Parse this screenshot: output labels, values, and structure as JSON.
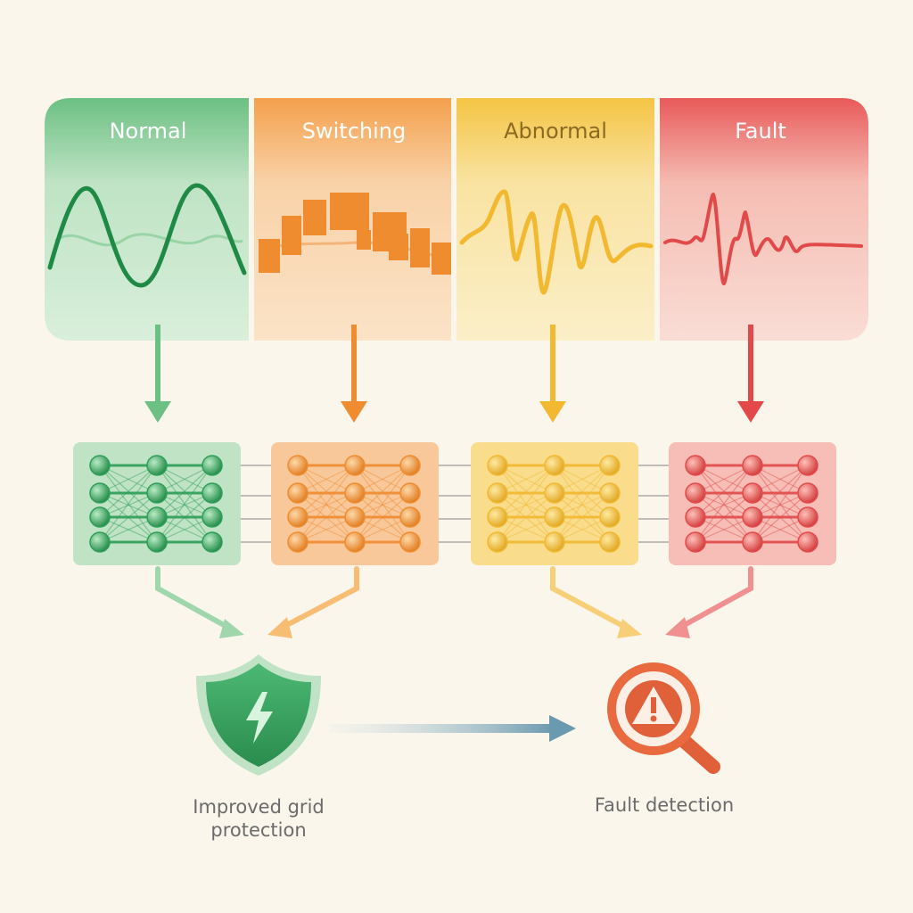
{
  "stages": [
    {
      "key": "normal",
      "title": "Normal",
      "color": "#2e9e58",
      "light": "#a9d9b2",
      "title_color": "#ffffff"
    },
    {
      "key": "switching",
      "title": "Switching",
      "color": "#f08c30",
      "light": "#f7c48f",
      "title_color": "#ffffff"
    },
    {
      "key": "abnormal",
      "title": "Abnormal",
      "color": "#f2b830",
      "light": "#f7dc8a",
      "title_color": "#8a6a20"
    },
    {
      "key": "fault",
      "title": "Fault",
      "color": "#e24a4a",
      "light": "#f3a8a0",
      "title_color": "#ffffff"
    }
  ],
  "outcomes": {
    "protection": {
      "label": "Improved grid protection",
      "icon": "shield-lightning-icon",
      "color": "#3aa860"
    },
    "detection": {
      "label": "Fault detection",
      "icon": "magnifier-warning-icon",
      "color": "#e0603a"
    }
  }
}
